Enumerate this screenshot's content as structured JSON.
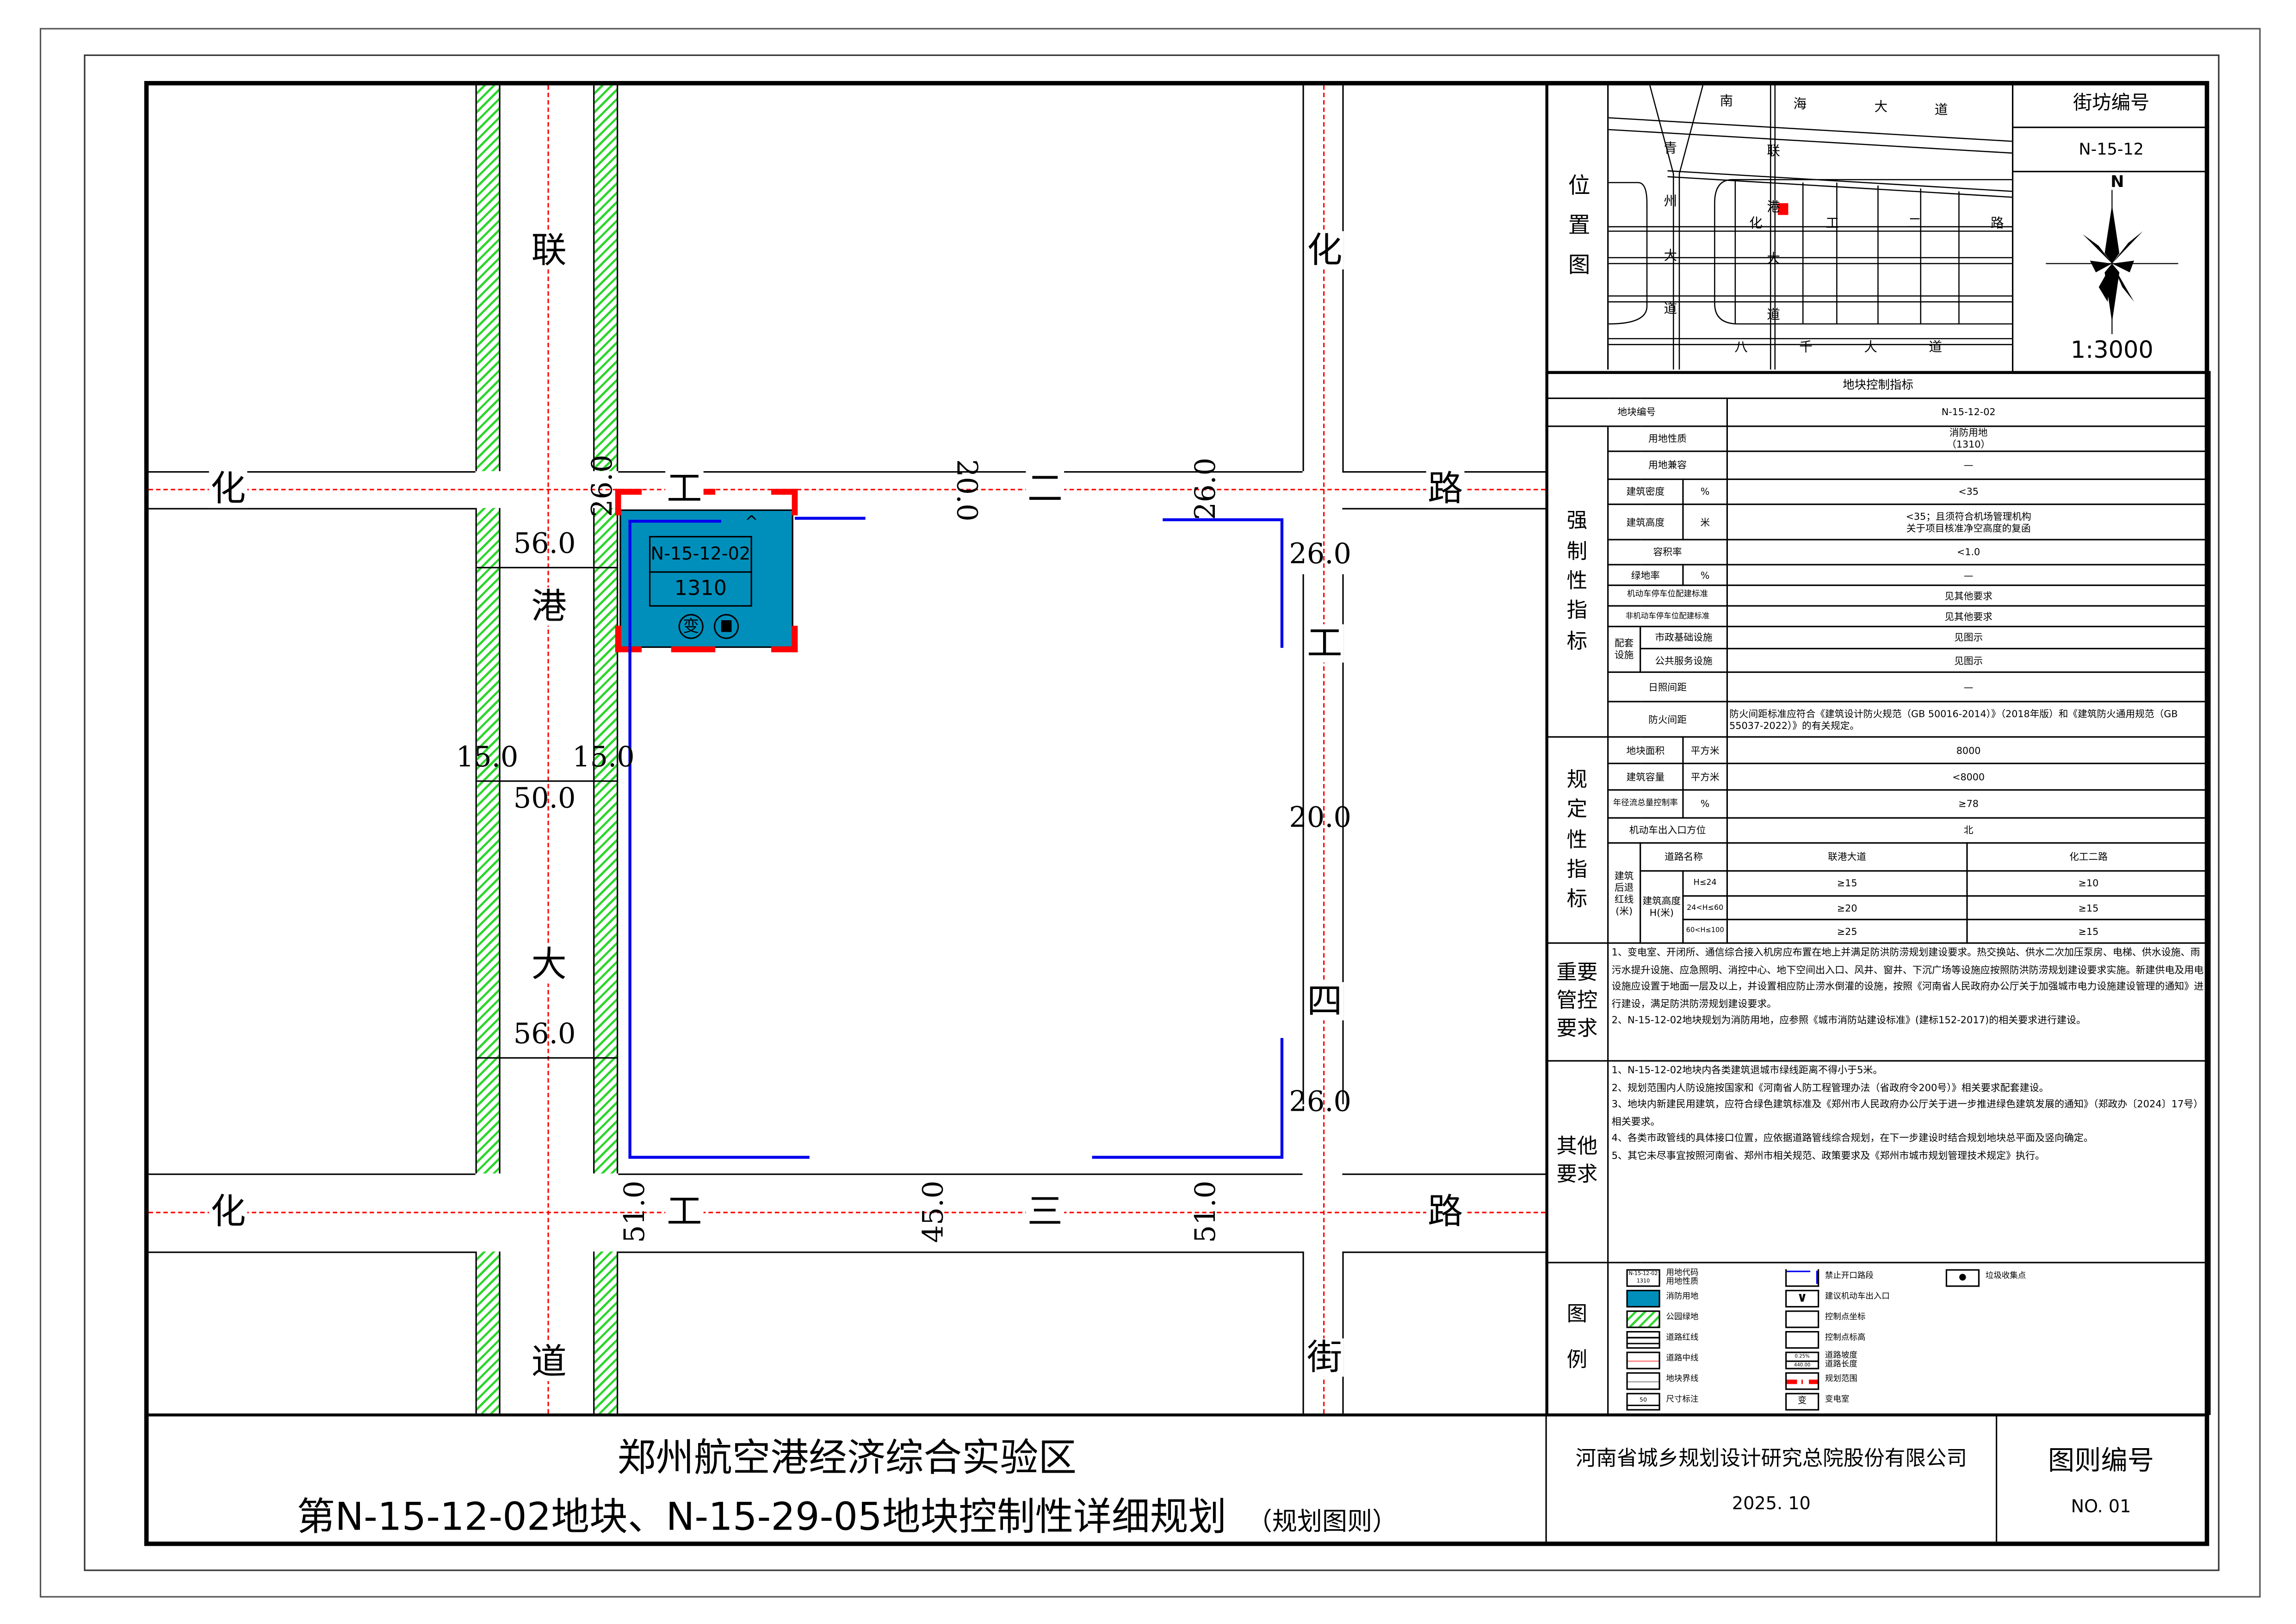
{
  "map": {
    "roads": {
      "lian_gang_da_dao": [
        "联",
        "港",
        "大",
        "道"
      ],
      "hua_gong_er_lu": [
        "化",
        "工",
        "二",
        "路"
      ],
      "hua_gong_san_lu": [
        "化",
        "工",
        "三",
        "路"
      ],
      "hua_gong_si_jie": [
        "化",
        "工",
        "四",
        "街"
      ]
    },
    "dimensions": {
      "lg_top_width": "56.0",
      "lg_green_left": "15.0",
      "lg_green_right": "15.0",
      "lg_road_width": "50.0",
      "lg_bottom_width": "56.0",
      "er_west": "26.0",
      "er_mid": "20.0",
      "er_east": "26.0",
      "si_north": "26.0",
      "si_mid": "20.0",
      "si_south": "26.0",
      "san_west": "51.0",
      "san_mid": "45.0",
      "san_east": "51.0"
    },
    "plot": {
      "code": "N-15-12-02",
      "land_use": "1310",
      "substation_symbol": "变",
      "fill_color": "#008fbb"
    }
  },
  "location_map": {
    "label": [
      "位",
      "置",
      "图"
    ],
    "roads": {
      "nanhai": [
        "南",
        "海",
        "大",
        "道"
      ],
      "qingzhou": [
        "青",
        "州",
        "大",
        "道"
      ],
      "liangang": [
        "联",
        "港",
        "大",
        "道"
      ],
      "huagong": [
        "化",
        "工",
        "二",
        "路"
      ],
      "baqian": [
        "八",
        "千",
        "大",
        "道"
      ]
    }
  },
  "block_info": {
    "title": "街坊编号",
    "value": "N-15-12",
    "north": "N",
    "scale": "1:3000"
  },
  "control_table": {
    "title": "地块控制指标",
    "plot_no_label": "地块编号",
    "plot_no": "N-15-12-02",
    "mandatory_label": "强制性指标",
    "land_use_label": "用地性质",
    "land_use_value": "消防用地",
    "land_use_code": "（1310）",
    "compat_label": "用地兼容",
    "compat_value": "—",
    "density_label": "建筑密度",
    "density_unit": "%",
    "density_value": "<35",
    "height_label": "建筑高度",
    "height_unit": "米",
    "height_value_1": "<35；且须符合机场管理机构",
    "height_value_2": "关于项目核准净空高度的复函",
    "far_label": "容积率",
    "far_value": "<1.0",
    "green_label": "绿地率",
    "green_unit": "%",
    "green_value": "—",
    "parking_label": "机动车停车位配建标准",
    "parking_value": "见其他要求",
    "bike_label": "非机动车停车位配建标准",
    "bike_value": "见其他要求",
    "facility_label": "配套设施",
    "municipal_label": "市政基础设施",
    "municipal_value": "见图示",
    "public_label": "公共服务设施",
    "public_value": "见图示",
    "sunlight_label": "日照间距",
    "sunlight_value": "—",
    "fire_label": "防火间距",
    "fire_value": "防火间距标准应符合《建筑设计防火规范（GB 50016-2014）》（2018年版）和《建筑防火通用规范（GB 55037-2022）》的有关规定。",
    "prescriptive_label": "规定性指标",
    "area_label": "地块面积",
    "area_unit": "平方米",
    "area_value": "8000",
    "gfa_label": "建筑容量",
    "gfa_unit": "平方米",
    "gfa_value": "<8000",
    "runoff_label": "年径流总量控制率",
    "runoff_unit": "%",
    "runoff_value": "≥78",
    "entrance_label": "机动车出入口方位",
    "entrance_value": "北",
    "setback_label": "建筑后退红线(米)",
    "road_name_label": "道路名称",
    "road_1": "联港大道",
    "road_2": "化工二路",
    "bh_label": "建筑高度H(米)",
    "setback_rows": [
      {
        "range": "H≤24",
        "r1": "≥15",
        "r2": "≥10"
      },
      {
        "range": "24<H≤60",
        "r1": "≥20",
        "r2": "≥15"
      },
      {
        "range": "60<H≤100",
        "r1": "≥25",
        "r2": "≥15"
      }
    ],
    "key_label": "重要管控要求",
    "key_text": [
      "1、变电室、开闭所、通信综合接入机房应布置在地上并满足防洪防涝规划建设要求。热交换站、供水二次加压泵房、电梯、供水设施、雨污水提升设施、应急照明、消控中心、地下空间出入口、风井、窗井、下沉广场等设施应按照防洪防涝规划建设要求实施。新建供电及用电设施应设置于地面一层及以上，并设置相应防止涝水倒灌的设施，按照《河南省人民政府办公厅关于加强城市电力设施建设管理的通知》进行建设，满足防洪防涝规划建设要求。",
      "2、N-15-12-02地块规划为消防用地，应参照《城市消防站建设标准》(建标152-2017)的相关要求进行建设。"
    ],
    "other_label": "其他要求",
    "other_text": [
      "1、N-15-12-02地块内各类建筑退城市绿线距离不得小于5米。",
      "2、规划范围内人防设施按国家和《河南省人防工程管理办法（省政府令200号）》相关要求配套建设。",
      "3、地块内新建民用建筑，应符合绿色建筑标准及《郑州市人民政府办公厅关于进一步推进绿色建筑发展的通知》（郑政办〔2024〕17号）相关要求。",
      "4、各类市政管线的具体接口位置，应依据道路管线综合规划，在下一步建设时结合规划地块总平面及竖向确定。",
      "5、其它未尽事宜按照河南省、郑州市相关规范、政策要求及《郑州市城市规划管理技术规定》执行。"
    ],
    "legend_label": "图例"
  },
  "legend": {
    "code_top": "用地代码",
    "code_bottom": "用地性质",
    "sample_code": "N-15-12-02",
    "sample_use": "1310",
    "fire_land": "消防用地",
    "park": "公园绿地",
    "red_line": "道路红线",
    "center_line": "道路中线",
    "plot_line": "地块界线",
    "dimension": "尺寸标注",
    "dimension_sample": "50",
    "no_opening": "禁止开口路段",
    "entrance": "建议机动车出入口",
    "ctrl_coord": "控制点坐标",
    "ctrl_elev": "控制点标高",
    "slope_top": "道路坡度",
    "slope_bottom": "道路长度",
    "slope_sample_top": "0.25%",
    "slope_sample_bottom": "440.00",
    "plan_boundary": "规划范围",
    "substation": "变电室",
    "substation_symbol": "变",
    "garbage": "垃圾收集点"
  },
  "title_block": {
    "line1": "郑州航空港经济综合实验区",
    "line2": "第N-15-12-02地块、N-15-29-05地块控制性详细规划",
    "suffix": "（规划图则）",
    "company": "河南省城乡规划设计研究总院股份有限公司",
    "date": "2025. 10",
    "code_label": "图则编号",
    "code_value": "NO. 01"
  },
  "colors": {
    "fire_land": "#008fbb",
    "green": "#2bd62b",
    "boundary": "#ff0000",
    "no_opening": "#0000ee"
  }
}
